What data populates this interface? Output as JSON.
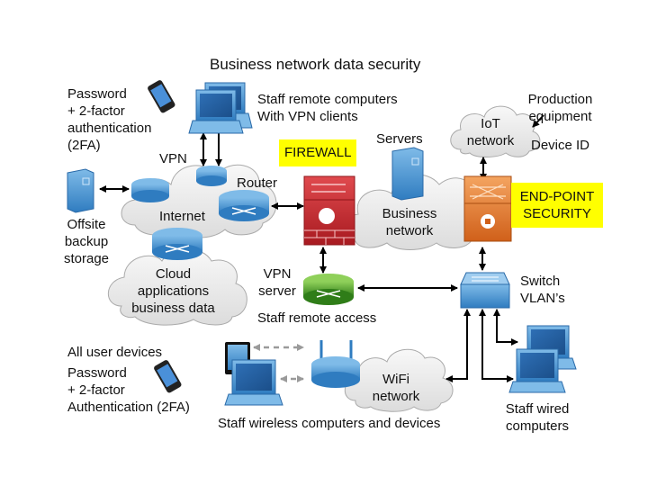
{
  "title": "Business network data security",
  "colors": {
    "highlight": "#ffff00",
    "firewall": "#c8262c",
    "endpoint": "#e07a2e",
    "device_blue": "#3f8fd0",
    "vpn_green": "#3f9a24",
    "cloud": "#e9e9e9",
    "arrow": "#000000",
    "wireless_arrow": "#9a9a9a"
  },
  "labels": {
    "remote_auth": [
      "Password",
      "+ 2-factor",
      "authentication",
      "(2FA)"
    ],
    "staff_remote": [
      "Staff remote computers",
      "With VPN clients"
    ],
    "vpn": "VPN",
    "router": "Router",
    "internet": "Internet",
    "offsite": [
      "Offsite",
      "backup",
      "storage"
    ],
    "cloud_apps": [
      "Cloud",
      "applications",
      "business data"
    ],
    "firewall": "FIREWALL",
    "servers": "Servers",
    "business_network": [
      "Business",
      "network"
    ],
    "iot_network": [
      "IoT",
      "network"
    ],
    "production": [
      "Production",
      "equipment"
    ],
    "device_id": "Device ID",
    "endpoint": [
      "END-POINT",
      "SECURITY"
    ],
    "vpn_server": [
      "VPN",
      "server"
    ],
    "staff_remote_access": "Staff remote access",
    "switch": [
      "Switch",
      "VLAN’s"
    ],
    "all_user_devices": "All user devices",
    "user_auth": [
      "Password",
      "+ 2-factor",
      "Authentication (2FA)"
    ],
    "wifi_network": [
      "WiFi",
      "network"
    ],
    "staff_wireless": "Staff wireless computers and devices",
    "staff_wired": [
      "Staff wired",
      "computers"
    ]
  },
  "icons": {
    "smartphone": "smartphone-icon",
    "laptop": "laptop-icon",
    "router": "router-icon",
    "server": "server-icon",
    "firewall": "firewall-icon",
    "endpoint": "endpoint-security-icon",
    "switch": "switch-icon",
    "wireless_ap": "wireless-access-point-icon",
    "tablet": "tablet-icon",
    "cloud": "cloud-icon"
  }
}
